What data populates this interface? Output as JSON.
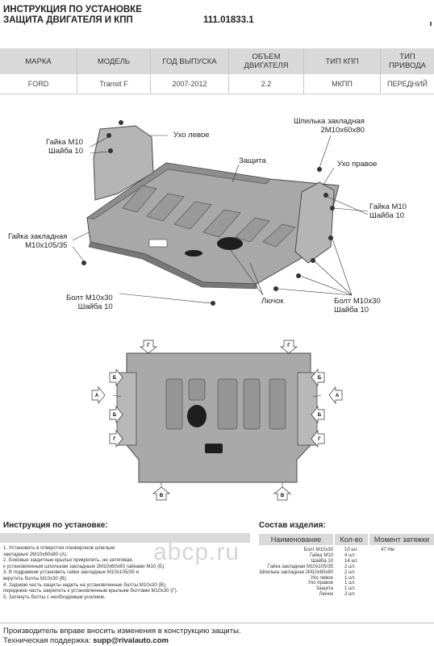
{
  "header": {
    "line1": "ИНСТРУКЦИЯ ПО УСТАНОВКЕ",
    "line2": "ЗАЩИТА ДВИГАТЕЛЯ И КПП",
    "part_number": "111.01833.1"
  },
  "spec_table": {
    "headers": [
      "МАРКА",
      "МОДЕЛЬ",
      "ГОД ВЫПУСКА",
      "ОБЪЕМ ДВИГАТЕЛЯ",
      "ТИП КПП",
      "ТИП ПРИВОДА"
    ],
    "row": [
      "FORD",
      "Transit F",
      "2007-2012",
      "2.2",
      "МКПП",
      "ПЕРЕДНИЙ"
    ]
  },
  "callouts": {
    "nut_m10_left": [
      "Гайка М10",
      "Шайба 10"
    ],
    "ear_left": "Ухо левое",
    "stud": [
      "Шпилька закладная",
      "2М10х60х80"
    ],
    "guard": "Защита",
    "ear_right": "Ухо правое",
    "nut_m10_right": [
      "Гайка М10",
      "Шайба 10"
    ],
    "insert_nut": [
      "Гайка закладная",
      "М10х105/35"
    ],
    "bolt_left": [
      "Болт М10х30",
      "Шайба 10"
    ],
    "hatch": "Лючок",
    "bolt_right": [
      "Болт М10х30",
      "Шайба 10"
    ]
  },
  "arrow_labels": {
    "a": "А",
    "b": "Б",
    "v": "В",
    "g": "Г"
  },
  "instructions": {
    "title": "Инструкция по установке:",
    "steps": [
      "1. Установить в отверстия лонжеронов шпильки",
      "закладные 2М10х60х80 (А).",
      "2. Боковые защитные крылья прикрепить, не затягивая,",
      "к установленным шпилькам закладным 2М10х60х80 гайками М10 (Б).",
      "3. В подрамник установить гайки закладные М10х105/35 и",
      "вкрутить болты М10х30 (В).",
      "4. Заднюю часть защиты надеть на установленные болты М10х30 (В),",
      "переднюю часть закрепить к установленным крыльям болтами М10х30 (Г).",
      "5. Затянуть болты с необходимым усилием."
    ]
  },
  "composition": {
    "title": "Состав изделия:",
    "col_name": "Наименование",
    "col_qty": "Кол-во",
    "col_torque": "Момент затяжки",
    "rows": [
      {
        "name": "Болт М10х30",
        "qty": "10 шт.",
        "torque": "47 Нм"
      },
      {
        "name": "Гайка М10",
        "qty": "4 шт.",
        "torque": ""
      },
      {
        "name": "Шайба 10",
        "qty": "14 шт.",
        "torque": ""
      },
      {
        "name": "Гайка закладная М10х105/35",
        "qty": "2 шт.",
        "torque": ""
      },
      {
        "name": "Шпилька закладная 2М10х60х80",
        "qty": "2 шт.",
        "torque": ""
      },
      {
        "name": "Ухо левое",
        "qty": "1 шт.",
        "torque": ""
      },
      {
        "name": "Ухо правое",
        "qty": "1 шт.",
        "torque": ""
      },
      {
        "name": "Защита",
        "qty": "1 шт.",
        "torque": ""
      },
      {
        "name": "Лючок",
        "qty": "2 шт.",
        "torque": ""
      }
    ]
  },
  "watermark": "аbcp.ru",
  "footer": {
    "line1": "Производитель вправе вносить изменения в конструкцию защиты.",
    "support_label": "Техническая поддержка:",
    "support_email": "supp@rivalauto.com"
  },
  "colors": {
    "header_bg": "#d9d9d9",
    "guard_fill": "#a9a9a9",
    "guard_dark": "#6e6e6e",
    "arrow_fill": "#ffffff",
    "watermark": "#d6d6d6"
  }
}
